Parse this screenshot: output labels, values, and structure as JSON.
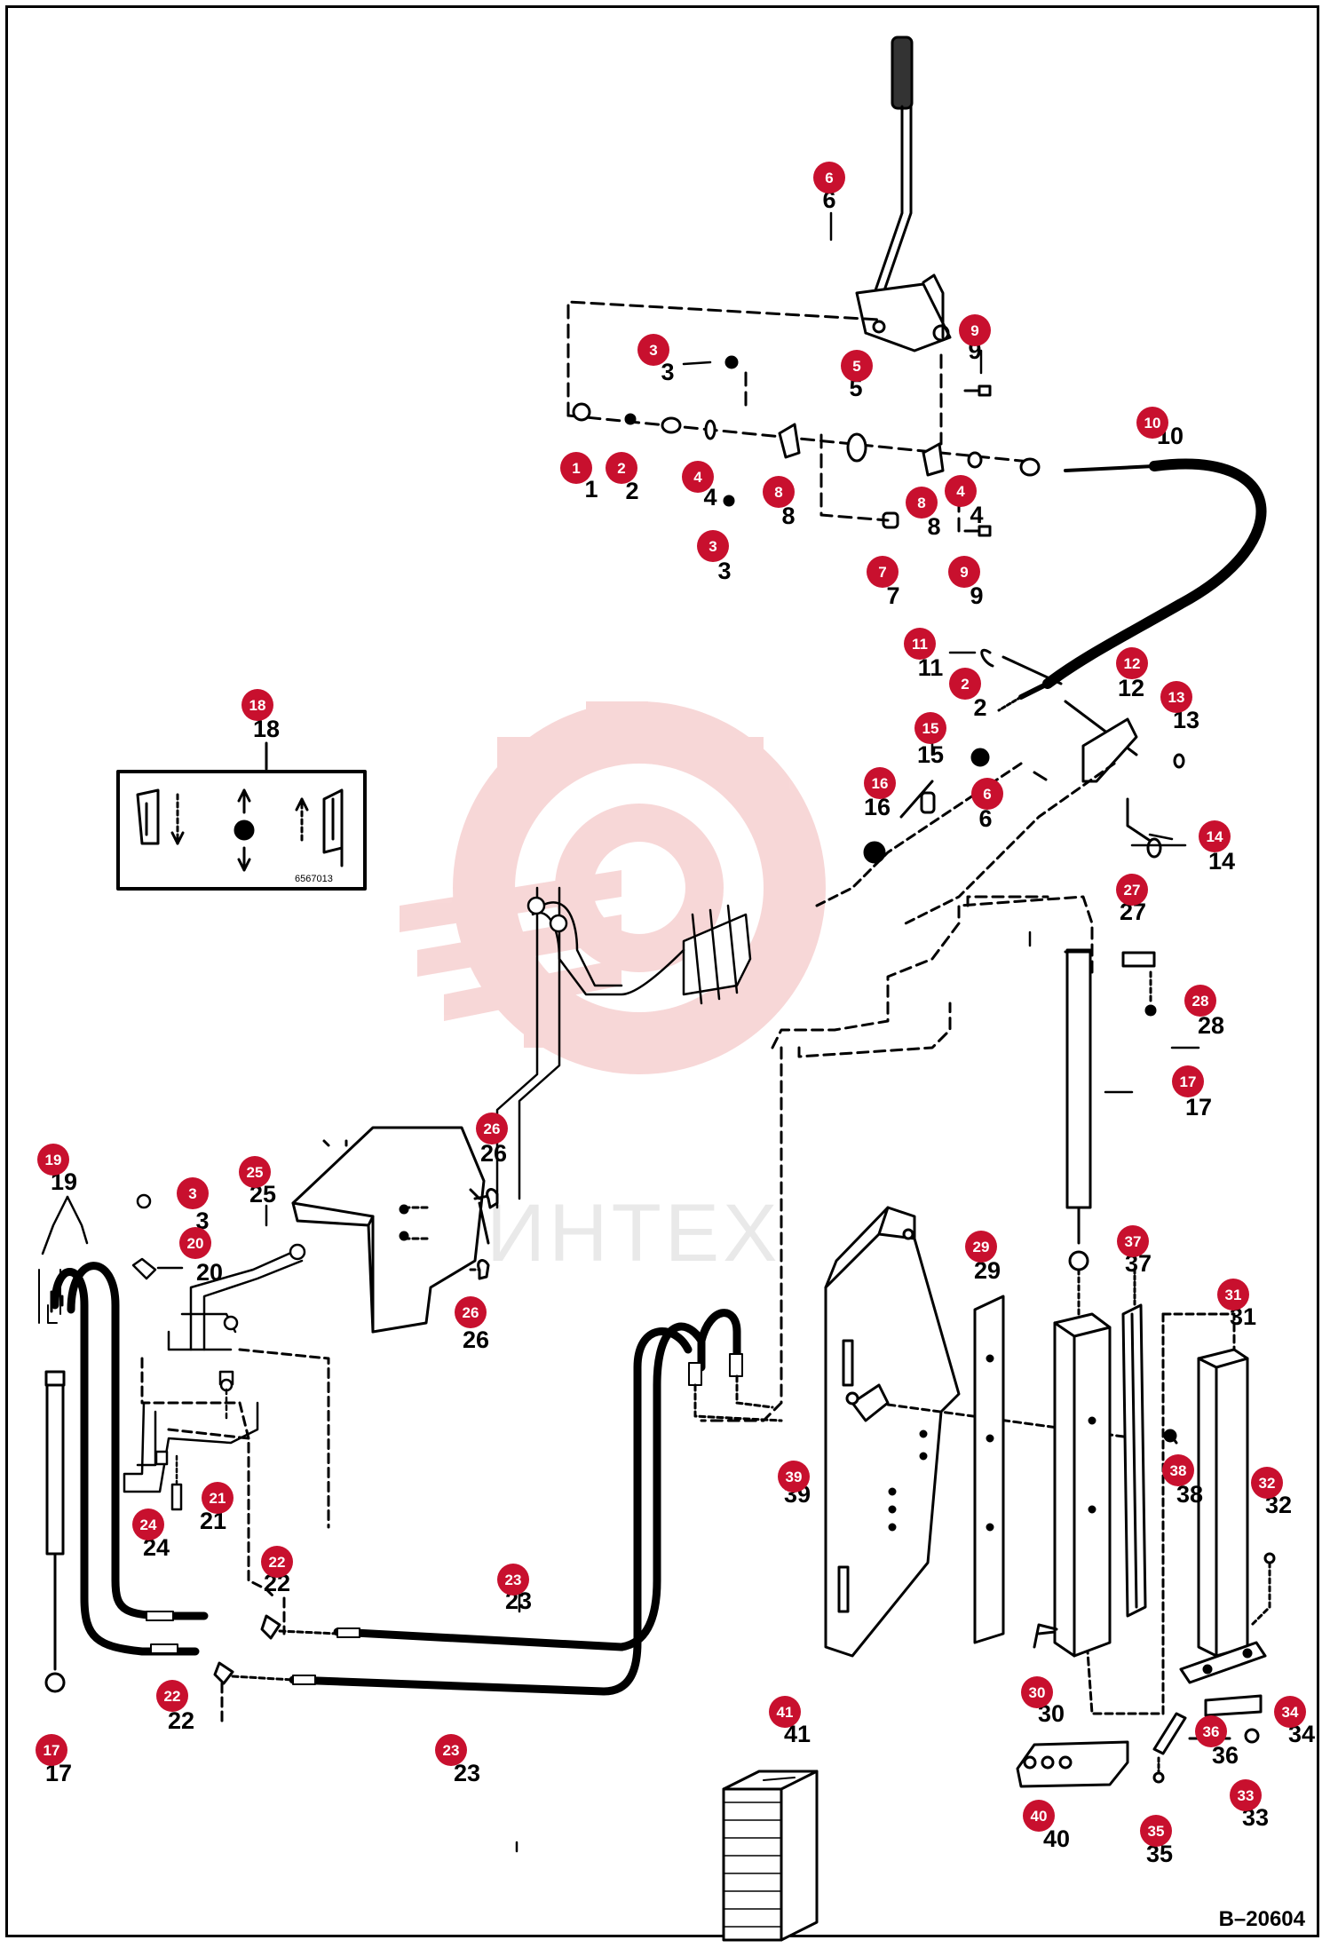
{
  "drawing_number": "B–20604",
  "watermark": "ИНТЕХ",
  "decal_code": "6567013",
  "callouts": [
    {
      "id": "c6a",
      "n": "6"
    },
    {
      "id": "c5",
      "n": "5"
    },
    {
      "id": "c9a",
      "n": "9"
    },
    {
      "id": "c3a",
      "n": "3"
    },
    {
      "id": "c10",
      "n": "10"
    },
    {
      "id": "c1",
      "n": "1"
    },
    {
      "id": "c2a",
      "n": "2"
    },
    {
      "id": "c4a",
      "n": "4"
    },
    {
      "id": "c8a",
      "n": "8"
    },
    {
      "id": "c8b",
      "n": "8"
    },
    {
      "id": "c4b",
      "n": "4"
    },
    {
      "id": "c3b",
      "n": "3"
    },
    {
      "id": "c7",
      "n": "7"
    },
    {
      "id": "c9b",
      "n": "9"
    },
    {
      "id": "c11",
      "n": "11"
    },
    {
      "id": "c12",
      "n": "12"
    },
    {
      "id": "c2b",
      "n": "2"
    },
    {
      "id": "c13",
      "n": "13"
    },
    {
      "id": "c18",
      "n": "18"
    },
    {
      "id": "c15",
      "n": "15"
    },
    {
      "id": "c16",
      "n": "16"
    },
    {
      "id": "c6b",
      "n": "6"
    },
    {
      "id": "c14",
      "n": "14"
    },
    {
      "id": "c27",
      "n": "27"
    },
    {
      "id": "c28",
      "n": "28"
    },
    {
      "id": "c17a",
      "n": "17"
    },
    {
      "id": "c26a",
      "n": "26"
    },
    {
      "id": "c19",
      "n": "19"
    },
    {
      "id": "c25",
      "n": "25"
    },
    {
      "id": "c3c",
      "n": "3"
    },
    {
      "id": "c20",
      "n": "20"
    },
    {
      "id": "c26b",
      "n": "26"
    },
    {
      "id": "c29",
      "n": "29"
    },
    {
      "id": "c37",
      "n": "37"
    },
    {
      "id": "c31",
      "n": "31"
    },
    {
      "id": "c39",
      "n": "39"
    },
    {
      "id": "c38",
      "n": "38"
    },
    {
      "id": "c32",
      "n": "32"
    },
    {
      "id": "c24",
      "n": "24"
    },
    {
      "id": "c21",
      "n": "21"
    },
    {
      "id": "c22a",
      "n": "22"
    },
    {
      "id": "c23a",
      "n": "23"
    },
    {
      "id": "c22b",
      "n": "22"
    },
    {
      "id": "c23b",
      "n": "23"
    },
    {
      "id": "c17b",
      "n": "17"
    },
    {
      "id": "c30",
      "n": "30"
    },
    {
      "id": "c41",
      "n": "41"
    },
    {
      "id": "c34",
      "n": "34"
    },
    {
      "id": "c36",
      "n": "36"
    },
    {
      "id": "c33",
      "n": "33"
    },
    {
      "id": "c40",
      "n": "40"
    },
    {
      "id": "c35",
      "n": "35"
    }
  ],
  "colors": {
    "marker": "#c8102e",
    "line": "#000000",
    "watermark": "#f2b8b8"
  }
}
